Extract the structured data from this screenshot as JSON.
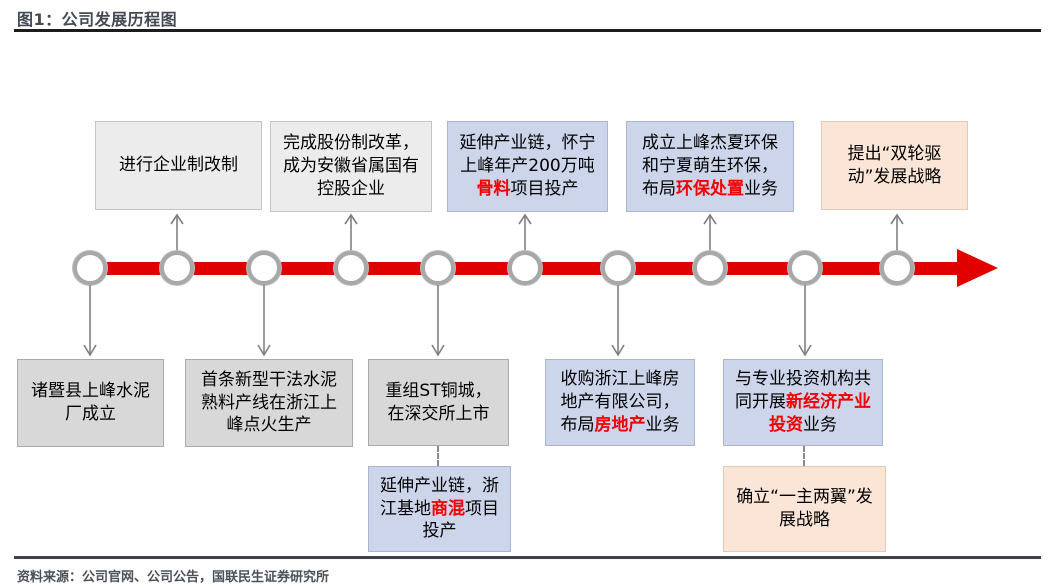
{
  "figure": {
    "title": "图1：公司发展历程图",
    "source": "资料来源：公司官网、公司公告，国联民生证券研究所"
  },
  "colors": {
    "timeline_red": "#e00000",
    "highlight_red": "#f00000",
    "gray_box_light": "#ececec",
    "gray_box": "#d8d8d8",
    "blue_box": "#ccd5ea",
    "orange_box": "#fbe5d6"
  },
  "timeline": {
    "node_count": 10,
    "direction": "left-to-right"
  },
  "top_boxes": [
    {
      "pre": "进行企业制改制",
      "red": "",
      "post": ""
    },
    {
      "pre": "完成股份制改革，成为安徽省属国有控股企业",
      "red": "",
      "post": ""
    },
    {
      "pre": "延伸产业链，怀宁上峰年产200万吨",
      "red": "骨料",
      "post": "项目投产"
    },
    {
      "pre": "成立上峰杰夏环保和宁夏萌生环保，布局",
      "red": "环保处置",
      "post": "业务"
    },
    {
      "pre": "提出“双轮驱动”发展战略",
      "red": "",
      "post": ""
    }
  ],
  "bottom_boxes": [
    {
      "pre": "诸暨县上峰水泥厂成立",
      "red": "",
      "post": ""
    },
    {
      "pre": "首条新型干法水泥熟料产线在浙江上峰点火生产",
      "red": "",
      "post": ""
    },
    {
      "pre": "重组ST铜城，在深交所上市",
      "red": "",
      "post": ""
    },
    {
      "pre": "收购浙江上峰房地产有限公司，布局",
      "red": "房地产",
      "post": "业务"
    },
    {
      "pre": "与专业投资机构共同开展",
      "red": "新经济产业投资",
      "post": "业务"
    }
  ],
  "sub_boxes": [
    {
      "pre": "延伸产业链，浙江基地",
      "red": "商混",
      "post": "项目投产"
    },
    {
      "pre": "确立“一主两翼”发展战略",
      "red": "",
      "post": ""
    }
  ]
}
